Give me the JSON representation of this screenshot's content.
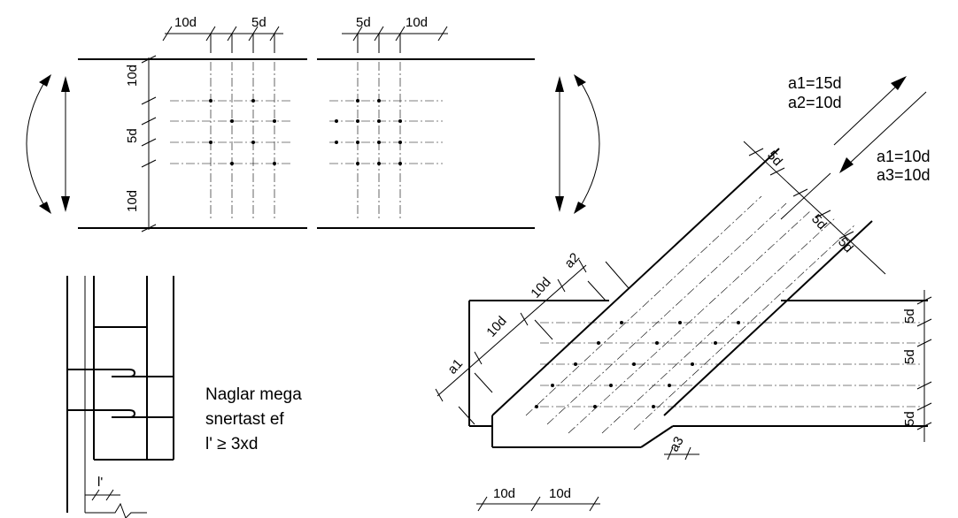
{
  "dimensions": {
    "ten_d": "10d",
    "five_d": "5d",
    "a1": "a1",
    "a2": "a2",
    "a3": "a3"
  },
  "spacing_upper": {
    "line1": "a1=15d",
    "line2": "a2=10d"
  },
  "spacing_lower": {
    "line1": "a1=10d",
    "line2": "a3=10d"
  },
  "note": {
    "line1": "Naglar mega",
    "line2": "snertast ef",
    "line3": "l' ≥ 3xd"
  },
  "overlap_label": "l'"
}
